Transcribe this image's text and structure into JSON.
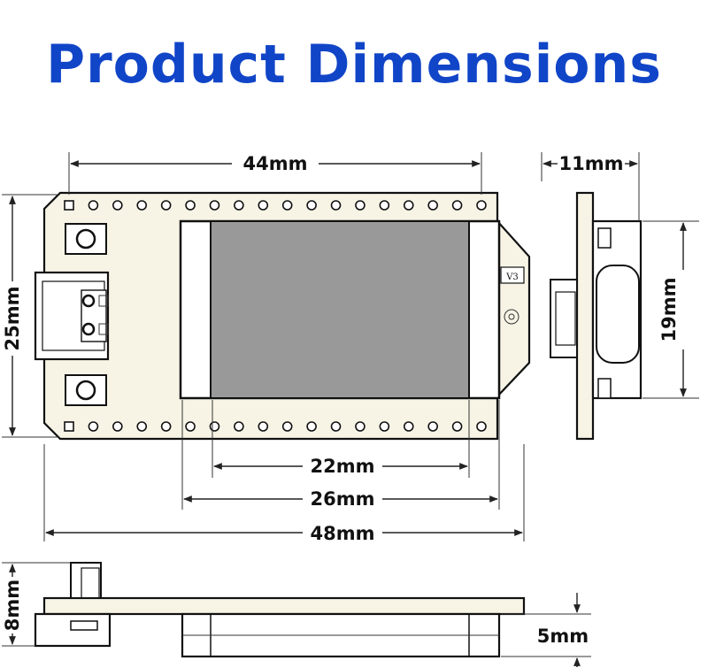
{
  "title": "Product Dimensions",
  "dimensions": {
    "top_width": "44mm",
    "side_width": "11mm",
    "board_height": "25mm",
    "side_height": "19mm",
    "screen_active_width": "22mm",
    "screen_width": "26mm",
    "board_width": "48mm",
    "front_height": "8mm",
    "screen_thickness": "5mm"
  },
  "chip_label": "V3",
  "colors": {
    "title": "#1145c8",
    "board_fill": "#f7f4e6",
    "screen_fill": "#999999",
    "line": "#222222"
  }
}
